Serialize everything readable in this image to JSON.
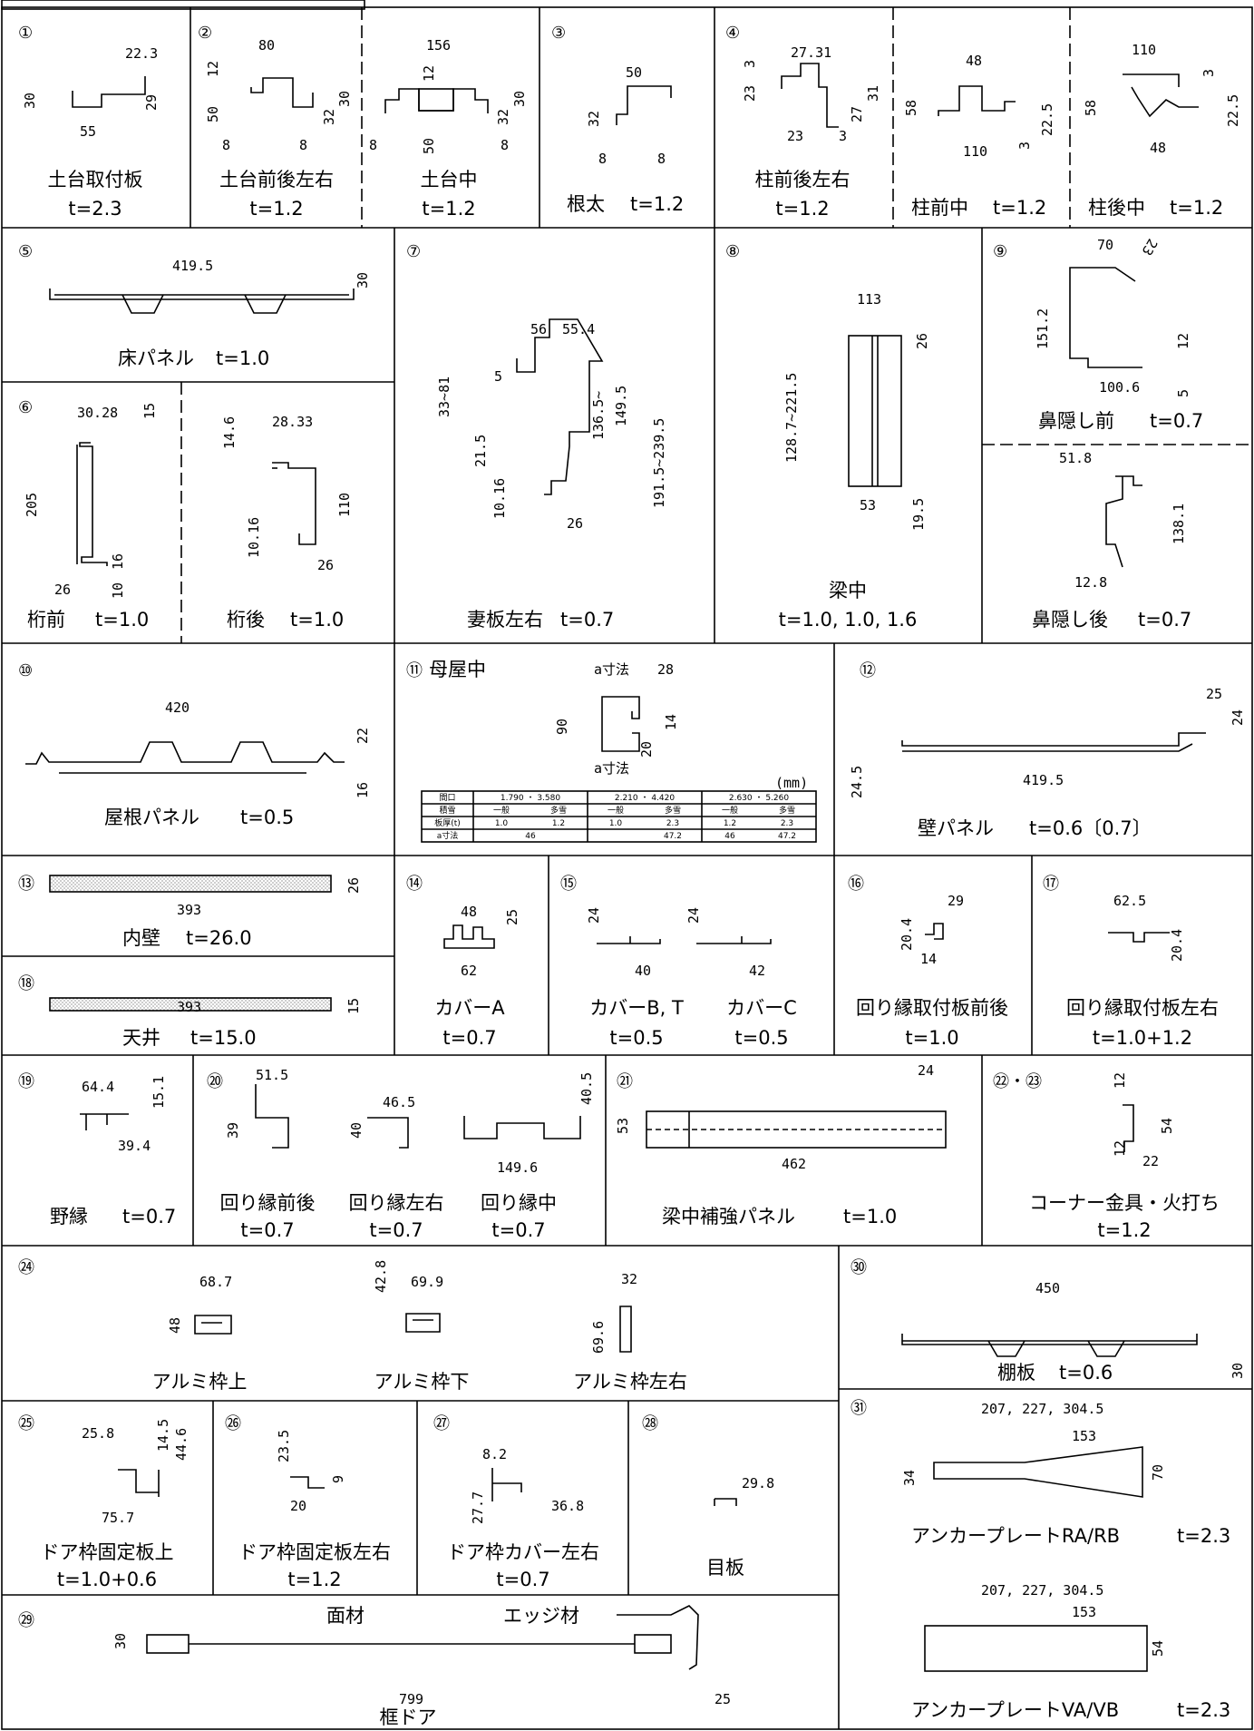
{
  "parts": {
    "p1": {
      "no": "①",
      "name": "土台取付板",
      "t": "t=2.3",
      "dims": [
        "22.3",
        "30",
        "29",
        "55"
      ]
    },
    "p2a": {
      "no": "②",
      "name": "土台前後左右",
      "t": "t=1.2",
      "dims": [
        "80",
        "12",
        "50",
        "8",
        "8",
        "32",
        "30"
      ]
    },
    "p2b": {
      "name": "土台中",
      "t": "t=1.2",
      "dims": [
        "156",
        "12",
        "8",
        "50",
        "8",
        "32",
        "30"
      ]
    },
    "p3": {
      "no": "③",
      "name": "根太",
      "t": "t=1.2",
      "dims": [
        "50",
        "32",
        "8",
        "8"
      ]
    },
    "p4a": {
      "no": "④",
      "name": "柱前後左右",
      "t": "t=1.2",
      "dims": [
        "27.31",
        "3",
        "23",
        "23",
        "3",
        "27",
        "31"
      ]
    },
    "p4b": {
      "name": "柱前中",
      "t": "t=1.2",
      "dims": [
        "48",
        "58",
        "110",
        "3",
        "22.5"
      ]
    },
    "p4c": {
      "name": "柱後中",
      "t": "t=1.2",
      "dims": [
        "110",
        "58",
        "3",
        "22.5",
        "48"
      ]
    },
    "p5": {
      "no": "⑤",
      "name": "床パネル",
      "t": "t=1.0",
      "dims": [
        "419.5",
        "30"
      ]
    },
    "p6a": {
      "no": "⑥",
      "name": "桁前",
      "t": "t=1.0",
      "dims": [
        "30.28",
        "15",
        "205",
        "26",
        "10",
        "16"
      ]
    },
    "p6b": {
      "name": "桁後",
      "t": "t=1.0",
      "dims": [
        "28.33",
        "14.6",
        "110",
        "10.16",
        "26"
      ]
    },
    "p7": {
      "no": "⑦",
      "name": "妻板左右",
      "t": "t=0.7",
      "dims": [
        "56",
        "55.4",
        "33~81",
        "5",
        "21.5",
        "136.5~",
        "149.5",
        "191.5~239.5",
        "10.16",
        "26"
      ]
    },
    "p8": {
      "no": "⑧",
      "name": "梁中",
      "t": "t=1.0, 1.0, 1.6",
      "dims": [
        "113",
        "26",
        "128.7~221.5",
        "53",
        "19.5"
      ]
    },
    "p9a": {
      "no": "⑨",
      "name": "鼻隠し前",
      "t": "t=0.7",
      "dims": [
        "70",
        "23",
        "151.2",
        "12",
        "100.6",
        "5"
      ]
    },
    "p9b": {
      "name": "鼻隠し後",
      "t": "t=0.7",
      "dims": [
        "51.8",
        "138.1",
        "12.8"
      ]
    },
    "p10": {
      "no": "⑩",
      "name": "屋根パネル",
      "t": "t=0.5",
      "dims": [
        "420",
        "22",
        "16"
      ]
    },
    "p11": {
      "no": "⑪",
      "title": "母屋中",
      "dims": [
        "a寸法",
        "28",
        "90",
        "14",
        "20",
        "a寸法"
      ],
      "unit": "(mm)"
    },
    "p12": {
      "no": "⑫",
      "name": "壁パネル",
      "t": "t=0.6〔0.7〕",
      "dims": [
        "25",
        "24",
        "24.5",
        "419.5"
      ]
    },
    "p13": {
      "no": "⑬",
      "name": "内壁",
      "t": "t=26.0",
      "dims": [
        "393",
        "26"
      ]
    },
    "p18": {
      "no": "⑱",
      "name": "天井",
      "t": "t=15.0",
      "dims": [
        "393",
        "15"
      ]
    },
    "p14": {
      "no": "⑭",
      "name": "カバーA",
      "t": "t=0.7",
      "dims": [
        "48",
        "25",
        "62"
      ]
    },
    "p15a": {
      "no": "⑮",
      "name": "カバーB, T",
      "t": "t=0.5",
      "dims": [
        "24",
        "40"
      ]
    },
    "p15b": {
      "name": "カバーC",
      "t": "t=0.5",
      "dims": [
        "24",
        "42"
      ]
    },
    "p16": {
      "no": "⑯",
      "name": "回り縁取付板前後",
      "t": "t=1.0",
      "dims": [
        "29",
        "20.4",
        "14"
      ]
    },
    "p17": {
      "no": "⑰",
      "name": "回り縁取付板左右",
      "t": "t=1.0+1.2",
      "dims": [
        "62.5",
        "20.4"
      ]
    },
    "p19": {
      "no": "⑲",
      "name": "野縁",
      "t": "t=0.7",
      "dims": [
        "64.4",
        "15.1",
        "39.4"
      ]
    },
    "p20a": {
      "no": "⑳",
      "name": "回り縁前後",
      "t": "t=0.7",
      "dims": [
        "51.5",
        "39"
      ]
    },
    "p20b": {
      "name": "回り縁左右",
      "t": "t=0.7",
      "dims": [
        "46.5",
        "40"
      ]
    },
    "p20c": {
      "name": "回り縁中",
      "t": "t=0.7",
      "dims": [
        "40.5",
        "149.6"
      ]
    },
    "p21": {
      "no": "㉑",
      "name": "梁中補強パネル",
      "t": "t=1.0",
      "dims": [
        "24",
        "53",
        "462"
      ]
    },
    "p22": {
      "no": "㉒・㉓",
      "name": "コーナー金具・火打ち",
      "t": "t=1.2",
      "dims": [
        "12",
        "54",
        "12",
        "22"
      ]
    },
    "p24": {
      "no": "㉔",
      "names": [
        "アルミ枠上",
        "アルミ枠下",
        "アルミ枠左右"
      ],
      "dims": [
        "68.7",
        "48",
        "42.8",
        "69.9",
        "32",
        "69.6"
      ]
    },
    "p30": {
      "no": "㉚",
      "name": "棚板",
      "t": "t=0.6",
      "dims": [
        "450",
        "30"
      ]
    },
    "p25": {
      "no": "㉕",
      "name": "ドア枠固定板上",
      "t": "t=1.0+0.6",
      "dims": [
        "25.8",
        "14.5",
        "44.6",
        "75.7"
      ]
    },
    "p26": {
      "no": "㉖",
      "name": "ドア枠固定板左右",
      "t": "t=1.2",
      "dims": [
        "23.5",
        "9",
        "20"
      ]
    },
    "p27": {
      "no": "㉗",
      "name": "ドア枠カバー左右",
      "t": "t=0.7",
      "dims": [
        "8.2",
        "27.7",
        "36.8"
      ]
    },
    "p28": {
      "no": "㉘",
      "name": "目板",
      "dims": [
        "29.8"
      ]
    },
    "p29": {
      "no": "㉙",
      "name": "框ドア",
      "labels": [
        "面材",
        "エッジ材"
      ],
      "dims": [
        "30",
        "799",
        "25"
      ]
    },
    "p31a": {
      "no": "㉛",
      "name": "アンカープレートRA/RB",
      "t": "t=2.3",
      "dims": [
        "207, 227, 304.5",
        "153",
        "34",
        "70"
      ]
    },
    "p31b": {
      "name": "アンカープレートVA/VB",
      "t": "t=2.3",
      "dims": [
        "207, 227, 304.5",
        "153",
        "54"
      ]
    }
  },
  "table": {
    "rows": [
      [
        "間口",
        "1.790 ・ 3.580",
        "2.210 ・ 4.420",
        "2.630 ・ 5.260"
      ],
      [
        "積雪",
        "一般",
        "多雪",
        "一般",
        "多雪",
        "一般",
        "多雪"
      ],
      [
        "板厚(t)",
        "1.0",
        "1.2",
        "1.0",
        "2.3",
        "1.2",
        "2.3"
      ],
      [
        "a寸法",
        "46",
        "47.2",
        "46",
        "47.2"
      ]
    ]
  }
}
